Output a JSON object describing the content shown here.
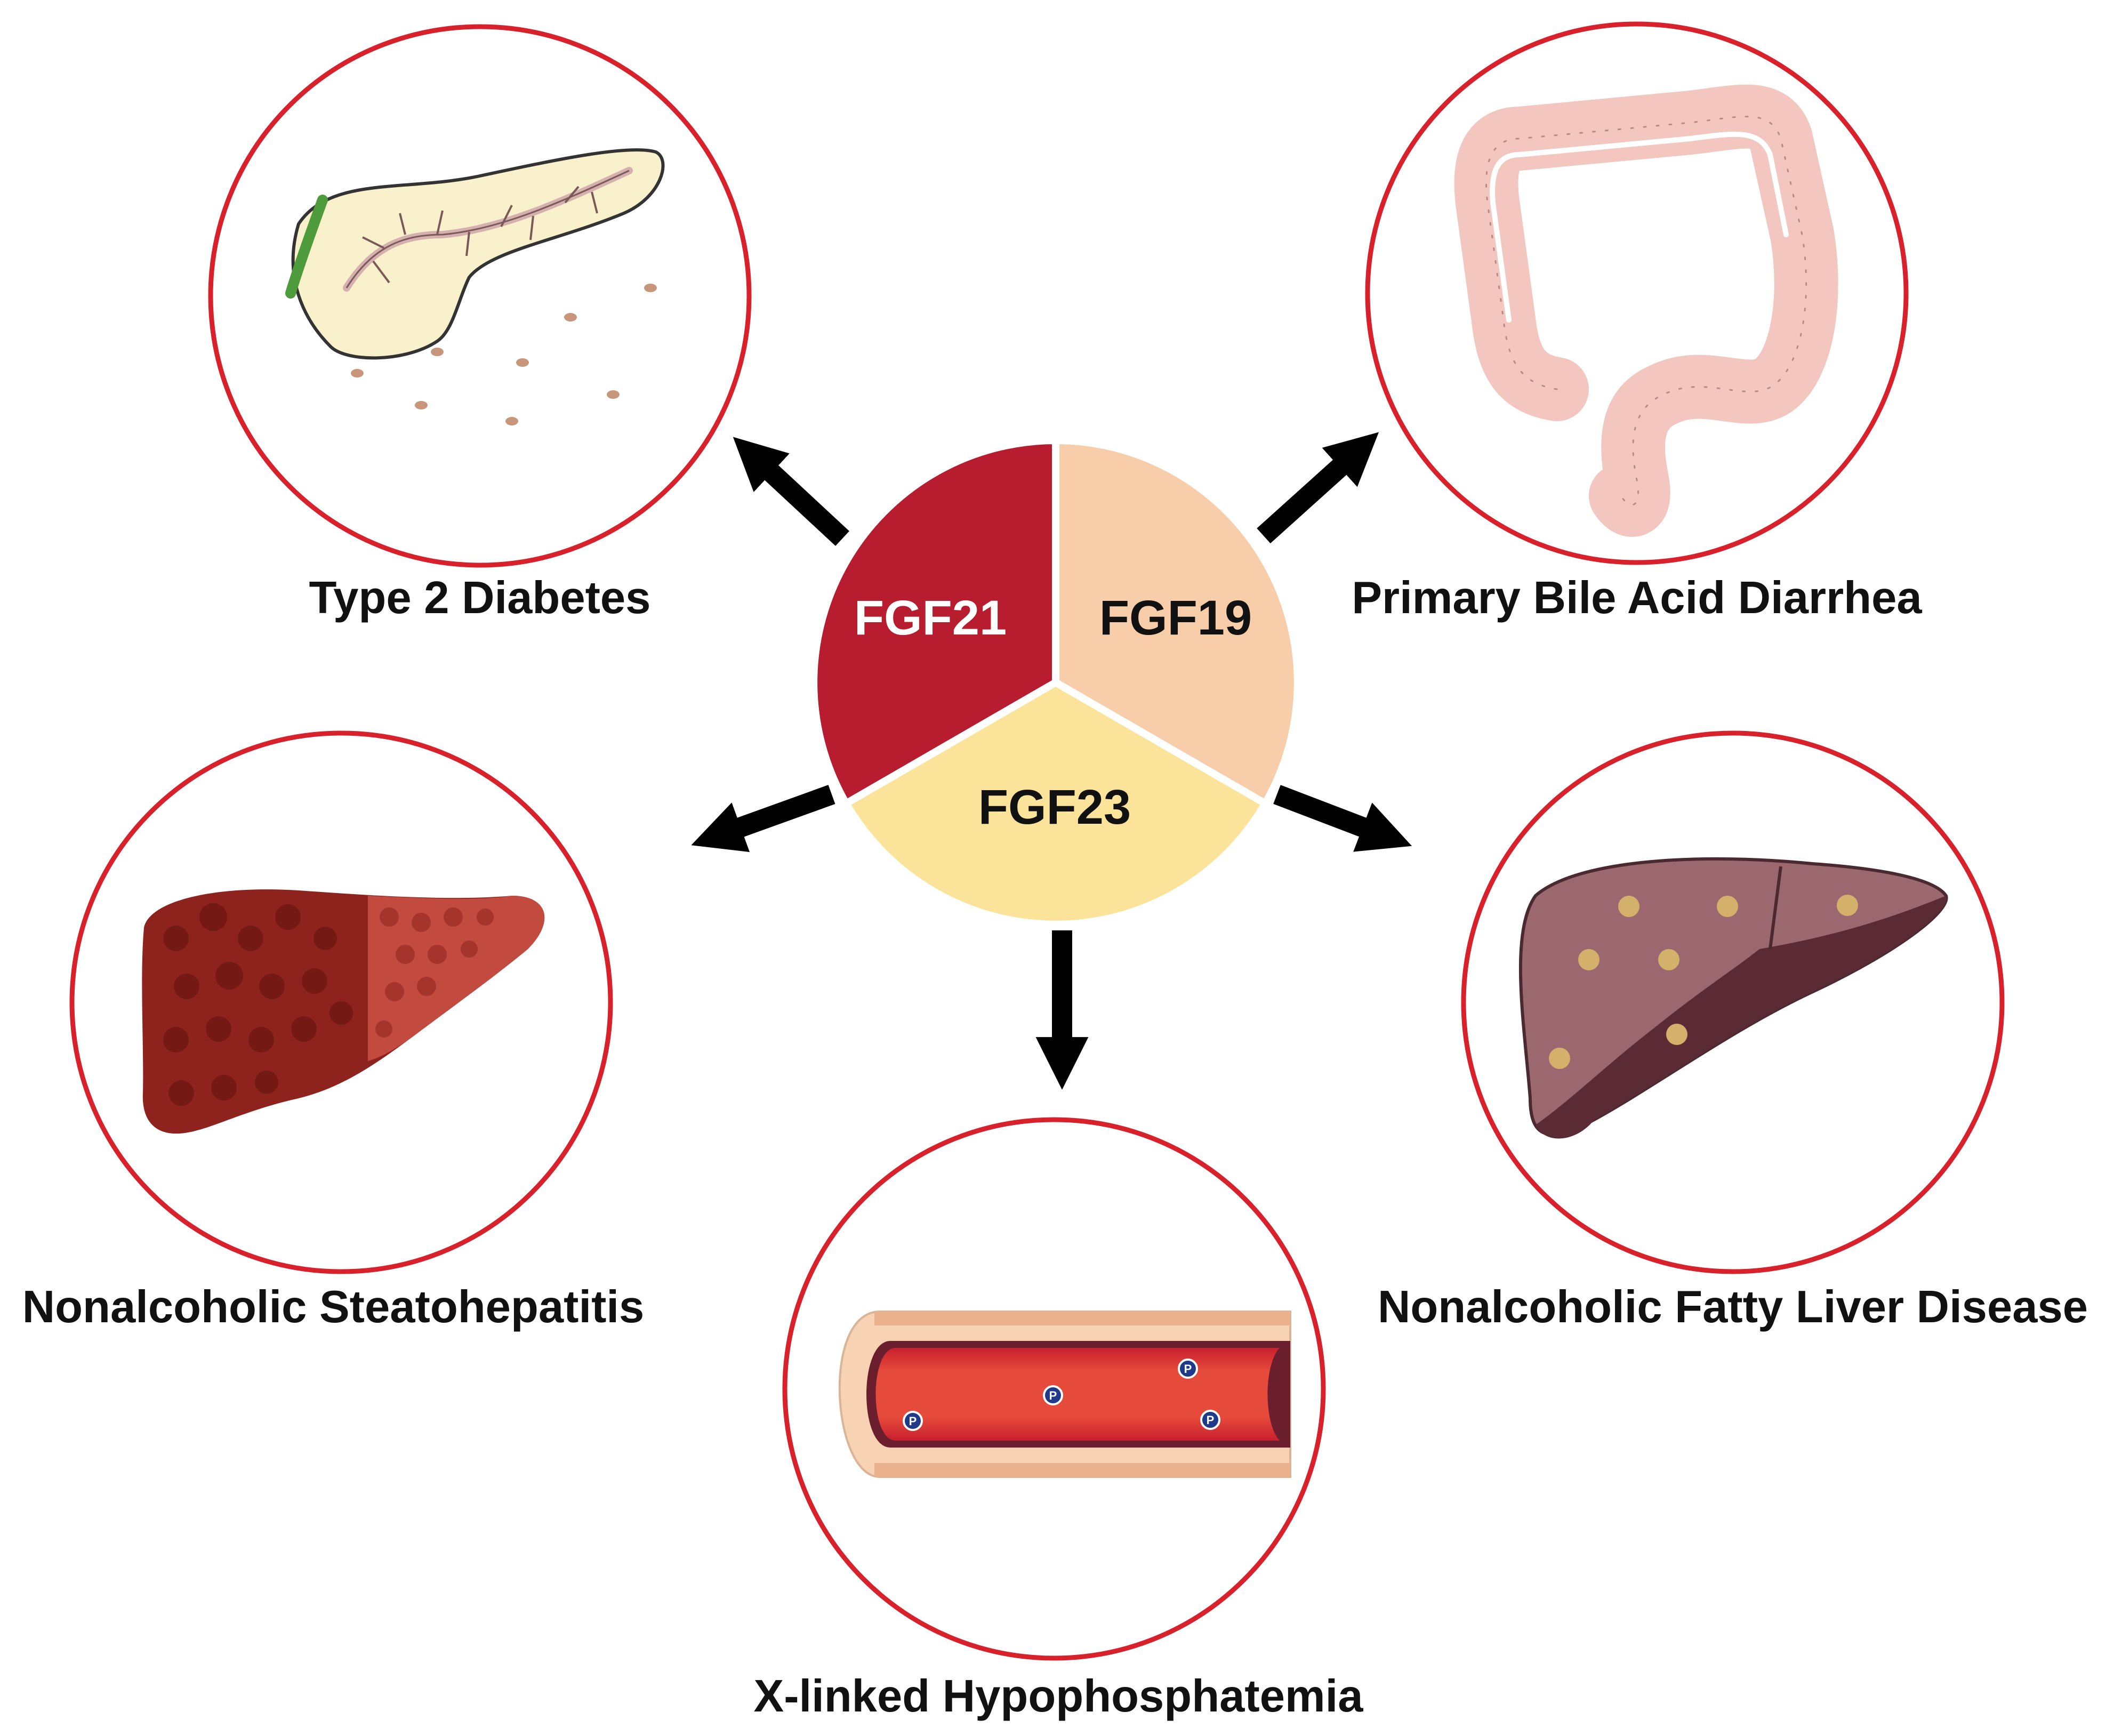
{
  "center": {
    "segments": [
      {
        "label": "FGF21",
        "color": "#b81d2f",
        "text_color": "#ffffff"
      },
      {
        "label": "FGF19",
        "color": "#f7cdaa",
        "text_color": "#111111"
      },
      {
        "label": "FGF23",
        "color": "#fbe39a",
        "text_color": "#111111"
      }
    ]
  },
  "colors": {
    "ring": "#d9212c",
    "arrow": "#000000"
  },
  "diseases": {
    "type2_diabetes": {
      "label": "Type 2 Diabetes",
      "icon": "pancreas-icon"
    },
    "bile_acid_diarrhea": {
      "label": "Primary Bile Acid Diarrhea",
      "icon": "colon-icon"
    },
    "nash": {
      "label": "Nonalcoholic Steatohepatitis",
      "icon": "cirrhotic-liver-icon"
    },
    "nafld": {
      "label": "Nonalcoholic Fatty Liver Disease",
      "icon": "fatty-liver-icon"
    },
    "xlh": {
      "label": "X-linked Hypophosphatemia",
      "icon": "blood-vessel-icon",
      "particle_label": "P"
    }
  }
}
